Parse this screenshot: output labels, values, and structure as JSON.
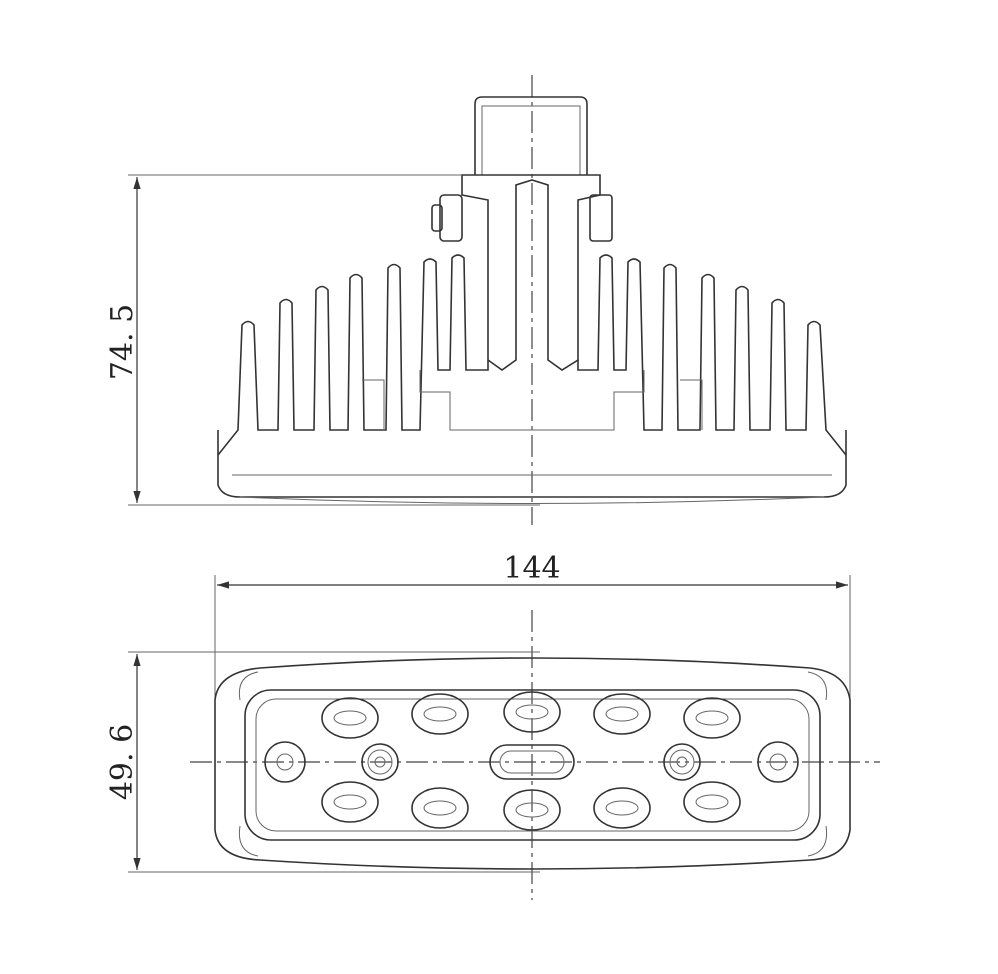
{
  "dimensions": {
    "height_side": "74. 5",
    "width": "144",
    "height_front": "49. 6"
  },
  "views": [
    "side-view",
    "front-view"
  ]
}
